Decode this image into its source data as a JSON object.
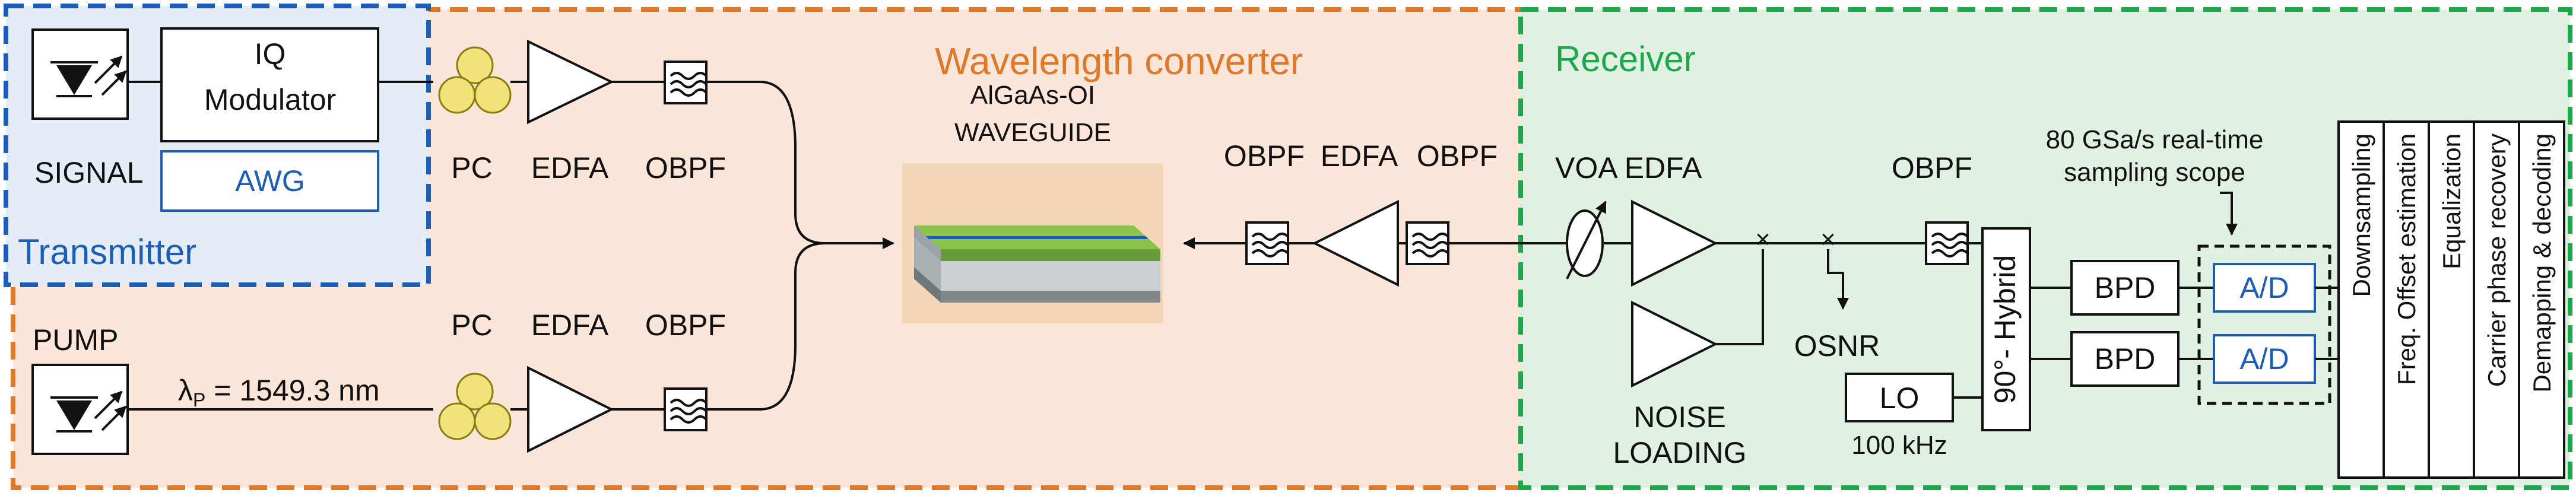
{
  "sections": {
    "transmitter": {
      "title": "Transmitter"
    },
    "converter": {
      "title": "Wavelength converter"
    },
    "receiver": {
      "title": "Receiver"
    }
  },
  "transmitter": {
    "signal_label": "SIGNAL",
    "modulator_label_line1": "IQ",
    "modulator_label_line2": "Modulator",
    "awg_label": "AWG"
  },
  "pump": {
    "label": "PUMP",
    "wavelength_label": "λ",
    "wavelength_sub": "P",
    "wavelength_value": " = 1549.3 nm"
  },
  "top_chain": {
    "pc": "PC",
    "edfa": "EDFA",
    "obpf": "OBPF"
  },
  "bottom_chain": {
    "pc": "PC",
    "edfa": "EDFA",
    "obpf": "OBPF"
  },
  "waveguide": {
    "line1": "AlGaAs-OI",
    "line2": "WAVEGUIDE"
  },
  "output_chain": {
    "obpf1": "OBPF",
    "edfa": "EDFA",
    "obpf2": "OBPF"
  },
  "receiver": {
    "voa_edfa": "VOA EDFA",
    "obpf": "OBPF",
    "osnr": "OSNR",
    "noise_line1": "NOISE",
    "noise_line2": "LOADING",
    "lo": "LO",
    "lo_linewidth": "100 kHz",
    "hybrid": "90°- Hybrid",
    "bpd1": "BPD",
    "bpd2": "BPD",
    "adc1": "A/D",
    "adc2": "A/D",
    "scope_line1": "80 GSa/s real-time",
    "scope_line2": "sampling scope"
  },
  "dsp_steps": [
    "Downsampling",
    "Freq. Offset estimation",
    "Equalization",
    "Carrier phase recovery",
    "Demapping & decoding"
  ],
  "colors": {
    "transmitter_border": "#1e5db5",
    "transmitter_fill": "#e4ecf6",
    "converter_border": "#e0782a",
    "converter_fill": "#fbe6d9",
    "receiver_border": "#1ea64a",
    "receiver_fill": "#e0f0e2",
    "pc_paddle": "#f2e27a"
  }
}
